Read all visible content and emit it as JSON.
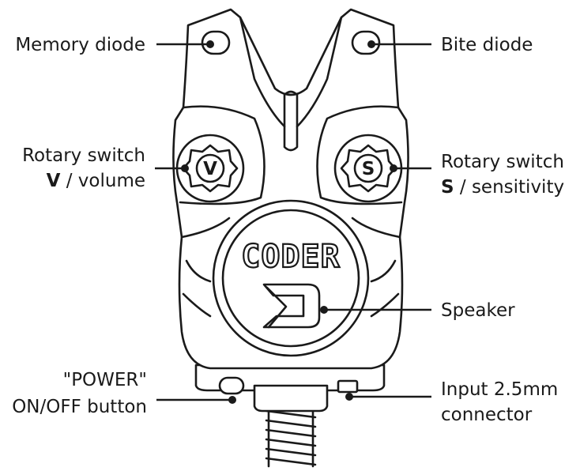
{
  "brand": {
    "name": "CODER",
    "logo_letter": "D"
  },
  "knobs": {
    "left_letter": "V",
    "right_letter": "S"
  },
  "labels": {
    "memory_diode": "Memory diode",
    "bite_diode": "Bite diode",
    "rotary_v_line1": "Rotary switch",
    "rotary_v_key": "V",
    "rotary_v_rest": " / volume",
    "rotary_s_line1": "Rotary switch",
    "rotary_s_key": "S",
    "rotary_s_rest": " / sensitivity",
    "speaker": "Speaker",
    "power_line1": "\"POWER\"",
    "power_line2": "ON/OFF button",
    "input_line1": "Input 2.5mm",
    "input_line2": "connector"
  },
  "colors": {
    "line": "#1a1a1a",
    "background": "#ffffff"
  }
}
